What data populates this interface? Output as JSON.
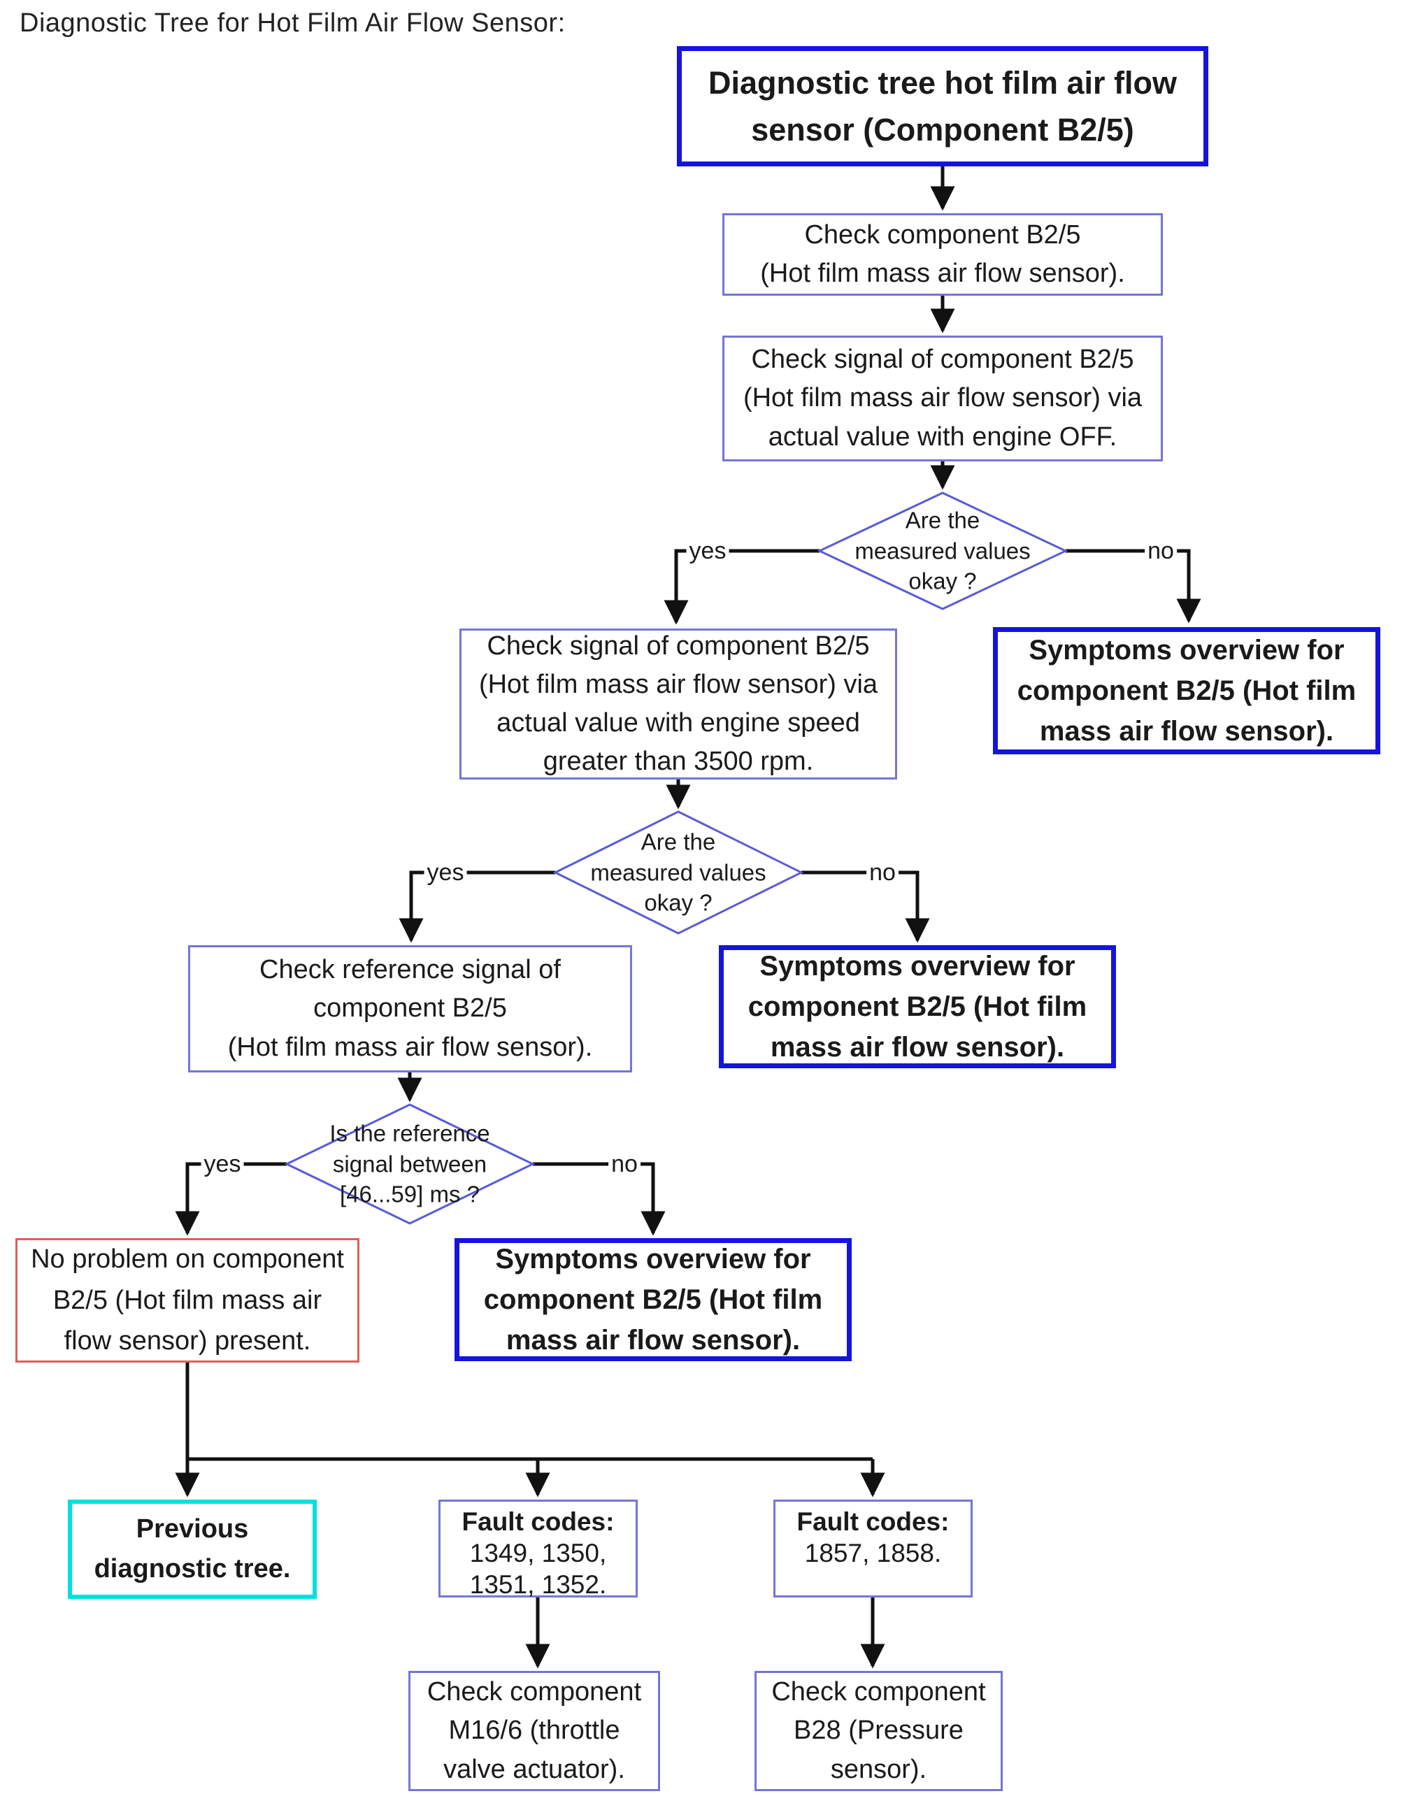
{
  "title": "Diagnostic Tree for Hot Film Air Flow Sensor:",
  "labels": {
    "yes": "yes",
    "no": "no"
  },
  "nodes": {
    "root": "Diagnostic tree hot film air flow\nsensor (Component B2/5)",
    "check_component": "Check component B2/5\n(Hot film mass air flow sensor).",
    "check_signal_engine_off": "Check signal of component B2/5\n(Hot film mass air flow sensor) via\nactual value with engine OFF.",
    "decision_measured_values_1": "Are the\nmeasured values\nokay ?",
    "check_signal_3500rpm": "Check signal of component B2/5\n(Hot film mass air flow sensor) via\nactual value with engine speed\ngreater than 3500 rpm.",
    "symptoms_overview_1": "Symptoms overview for\ncomponent B2/5 (Hot film\nmass air flow sensor).",
    "decision_measured_values_2": "Are the\nmeasured values\nokay ?",
    "check_reference_signal": "Check reference signal of\ncomponent B2/5\n(Hot film mass air flow sensor).",
    "decision_reference_signal": "Is the reference\nsignal between\n[46...59] ms ?",
    "symptoms_overview_2": "Symptoms overview for\ncomponent B2/5 (Hot film\nmass air flow sensor).",
    "no_problem": "No problem on component\nB2/5 (Hot film mass air\nflow sensor) present.",
    "symptoms_overview_3": "Symptoms overview for\ncomponent B2/5 (Hot film\nmass air flow sensor).",
    "previous_tree": "Previous\ndiagnostic tree.",
    "fault_codes_label_1": "Fault codes:",
    "fault_codes_1": "1349, 1350,\n1351, 1352.",
    "fault_codes_label_2": "Fault codes:",
    "fault_codes_2": "1857, 1858.",
    "check_m16_6": "Check component\nM16/6 (throttle\nvalve actuator).",
    "check_b28": "Check component\nB28 (Pressure\nsensor)."
  },
  "colors": {
    "emphasis_border": "#1414dd",
    "normal_border": "#7575d5",
    "decision_border": "#5a5ad8",
    "result_border": "#e05c5c",
    "previous_border": "#00e0e0",
    "arrow": "#111111"
  }
}
